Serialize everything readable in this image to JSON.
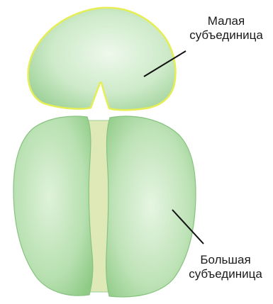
{
  "diagram": {
    "small_subunit": {
      "label_line1": "Малая",
      "label_line2": "субъединица"
    },
    "large_subunit": {
      "label_line1": "Большая",
      "label_line2": "субъединица"
    }
  },
  "colors": {
    "small_subunit_fill": "#c9e8c8",
    "small_subunit_outline": "#e8ef5a",
    "large_subunit_fill": "#a9dba0",
    "large_subunit_outline": "#7fbf78",
    "groove_fill": "#dfe9b8",
    "leader_line": "#111111"
  }
}
